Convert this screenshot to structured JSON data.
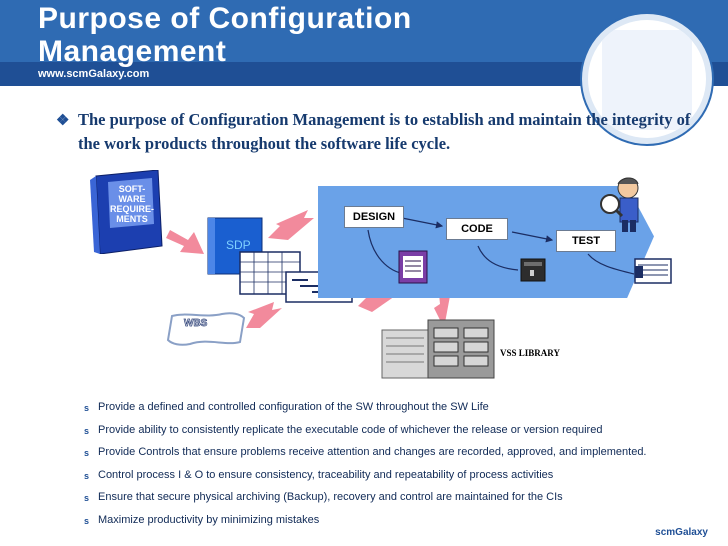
{
  "header": {
    "title": "Purpose of Configuration Management",
    "site": "www.scmGalaxy.com",
    "colors": {
      "primary": "#2f6bb3",
      "dark": "#1f4f95",
      "flow": "#6aa2e8",
      "arrow": "#f28a9c"
    }
  },
  "intro": {
    "text": "The purpose of Configuration Management is to establish and maintain the integrity of the work products throughout the software life cycle."
  },
  "diagram": {
    "software_requirements": "SOFT-WARE REQUIRE-MENTS",
    "sdp": "SDP",
    "wbs": "WBS",
    "design": "DESIGN",
    "code": "CODE",
    "test": "TEST",
    "vss_library": "VSS LIBRARY"
  },
  "notes": [
    "Provide a defined and controlled configuration of the SW throughout the SW Life",
    "Provide  ability to consistently replicate the executable code of whichever the release or version required",
    "Provide Controls that ensure problems receive attention and changes are recorded, approved, and implemented.",
    "Control  process I & O to ensure consistency, traceability  and repeatability of process activities",
    "Ensure that secure physical archiving (Backup), recovery and control are maintained for the CIs",
    "Maximize productivity by minimizing mistakes"
  ],
  "footer": {
    "brand": "scmGalaxy"
  }
}
